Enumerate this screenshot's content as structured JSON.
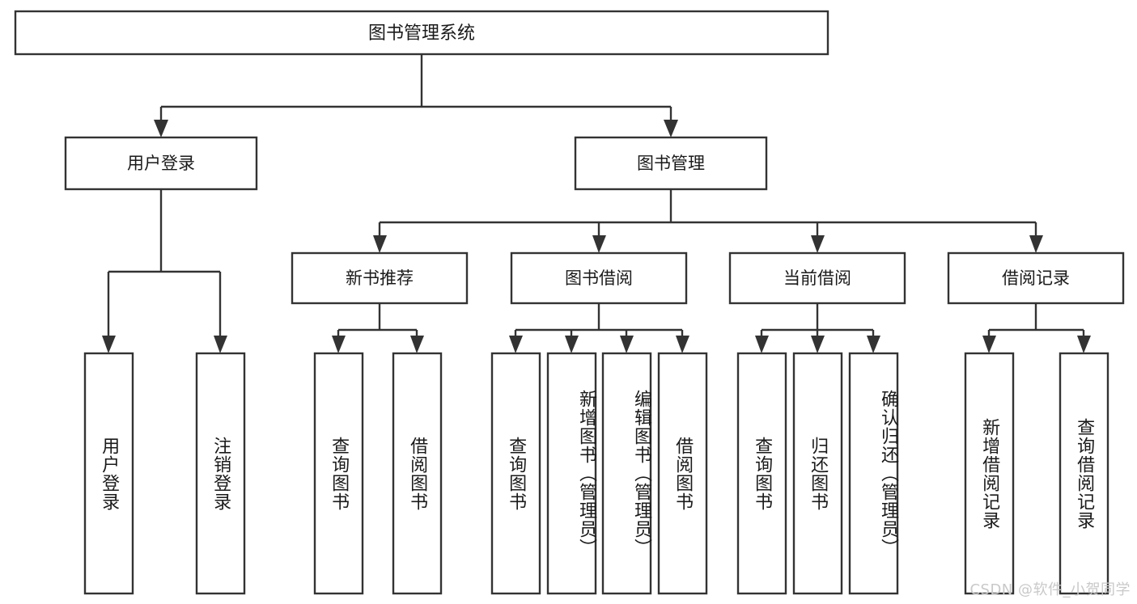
{
  "diagram": {
    "title": "图书管理系统",
    "type": "hierarchy-tree",
    "watermark": "CSDN @软件_小贺同学",
    "colors": {
      "background": "#ffffff",
      "stroke": "#333333",
      "fill": "#ffffff",
      "text": "#1a1a1a",
      "watermark": "#c9c9c9"
    },
    "levels": {
      "root": {
        "label": "图书管理系统"
      },
      "level2": [
        {
          "id": "user-login",
          "label": "用户登录"
        },
        {
          "id": "book-management",
          "label": "图书管理"
        }
      ],
      "level3": [
        {
          "id": "new-book-recommend",
          "label": "新书推荐"
        },
        {
          "id": "book-borrow",
          "label": "图书借阅"
        },
        {
          "id": "current-borrow",
          "label": "当前借阅"
        },
        {
          "id": "borrow-record",
          "label": "借阅记录"
        }
      ],
      "leaves": [
        {
          "id": "leaf-user-login",
          "parent": "user-login",
          "label": "用户登录"
        },
        {
          "id": "leaf-logout-login",
          "parent": "user-login",
          "label": "注销登录"
        },
        {
          "id": "leaf-query-book-1",
          "parent": "new-book-recommend",
          "label": "查询图书"
        },
        {
          "id": "leaf-borrow-book-1",
          "parent": "new-book-recommend",
          "label": "借阅图书"
        },
        {
          "id": "leaf-query-book-2",
          "parent": "book-borrow",
          "label": "查询图书"
        },
        {
          "id": "leaf-add-book",
          "parent": "book-borrow",
          "label": "新增图书（管理员）"
        },
        {
          "id": "leaf-edit-book",
          "parent": "book-borrow",
          "label": "编辑图书（管理员）"
        },
        {
          "id": "leaf-borrow-book-2",
          "parent": "book-borrow",
          "label": "借阅图书"
        },
        {
          "id": "leaf-query-book-3",
          "parent": "current-borrow",
          "label": "查询图书"
        },
        {
          "id": "leaf-return-book",
          "parent": "current-borrow",
          "label": "归还图书"
        },
        {
          "id": "leaf-confirm-return",
          "parent": "current-borrow",
          "label": "确认归还（管理员）"
        },
        {
          "id": "leaf-add-record",
          "parent": "borrow-record",
          "label": "新增借阅记录"
        },
        {
          "id": "leaf-query-record",
          "parent": "borrow-record",
          "label": "查询借阅记录"
        }
      ]
    }
  }
}
